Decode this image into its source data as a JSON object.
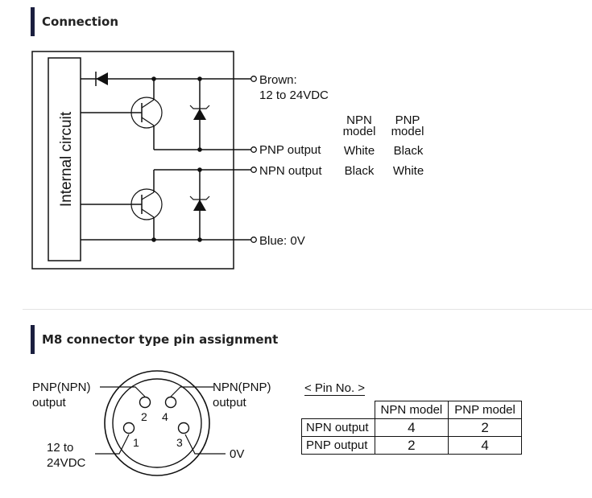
{
  "sections": {
    "connection": {
      "title": "Connection"
    },
    "m8": {
      "title": "M8 connector type pin assignment"
    }
  },
  "circuit": {
    "internal_label": "Internal circuit",
    "brown_label": "Brown:",
    "brown_voltage": "12 to 24VDC",
    "pnp_output_label": "PNP output",
    "npn_output_label": "NPN output",
    "blue_label": "Blue: 0V",
    "col_npn_line1": "NPN",
    "col_npn_line2": "model",
    "col_pnp_line1": "PNP",
    "col_pnp_line2": "model",
    "pnp_row_npn": "White",
    "pnp_row_pnp": "Black",
    "npn_row_npn": "Black",
    "npn_row_pnp": "White"
  },
  "connector": {
    "left_top_line1": "PNP(NPN)",
    "left_top_line2": "output",
    "right_top_line1": "NPN(PNP)",
    "right_top_line2": "output",
    "left_bottom_line1": "12 to",
    "left_bottom_line2": "24VDC",
    "right_bottom": "0V",
    "pins": [
      "1",
      "2",
      "3",
      "4"
    ]
  },
  "pin_table": {
    "title": "< Pin No. >",
    "headers": [
      "NPN model",
      "PNP model"
    ],
    "rows": [
      {
        "label": "NPN output",
        "npn": "4",
        "pnp": "2"
      },
      {
        "label": "PNP output",
        "npn": "2",
        "pnp": "4"
      }
    ]
  }
}
